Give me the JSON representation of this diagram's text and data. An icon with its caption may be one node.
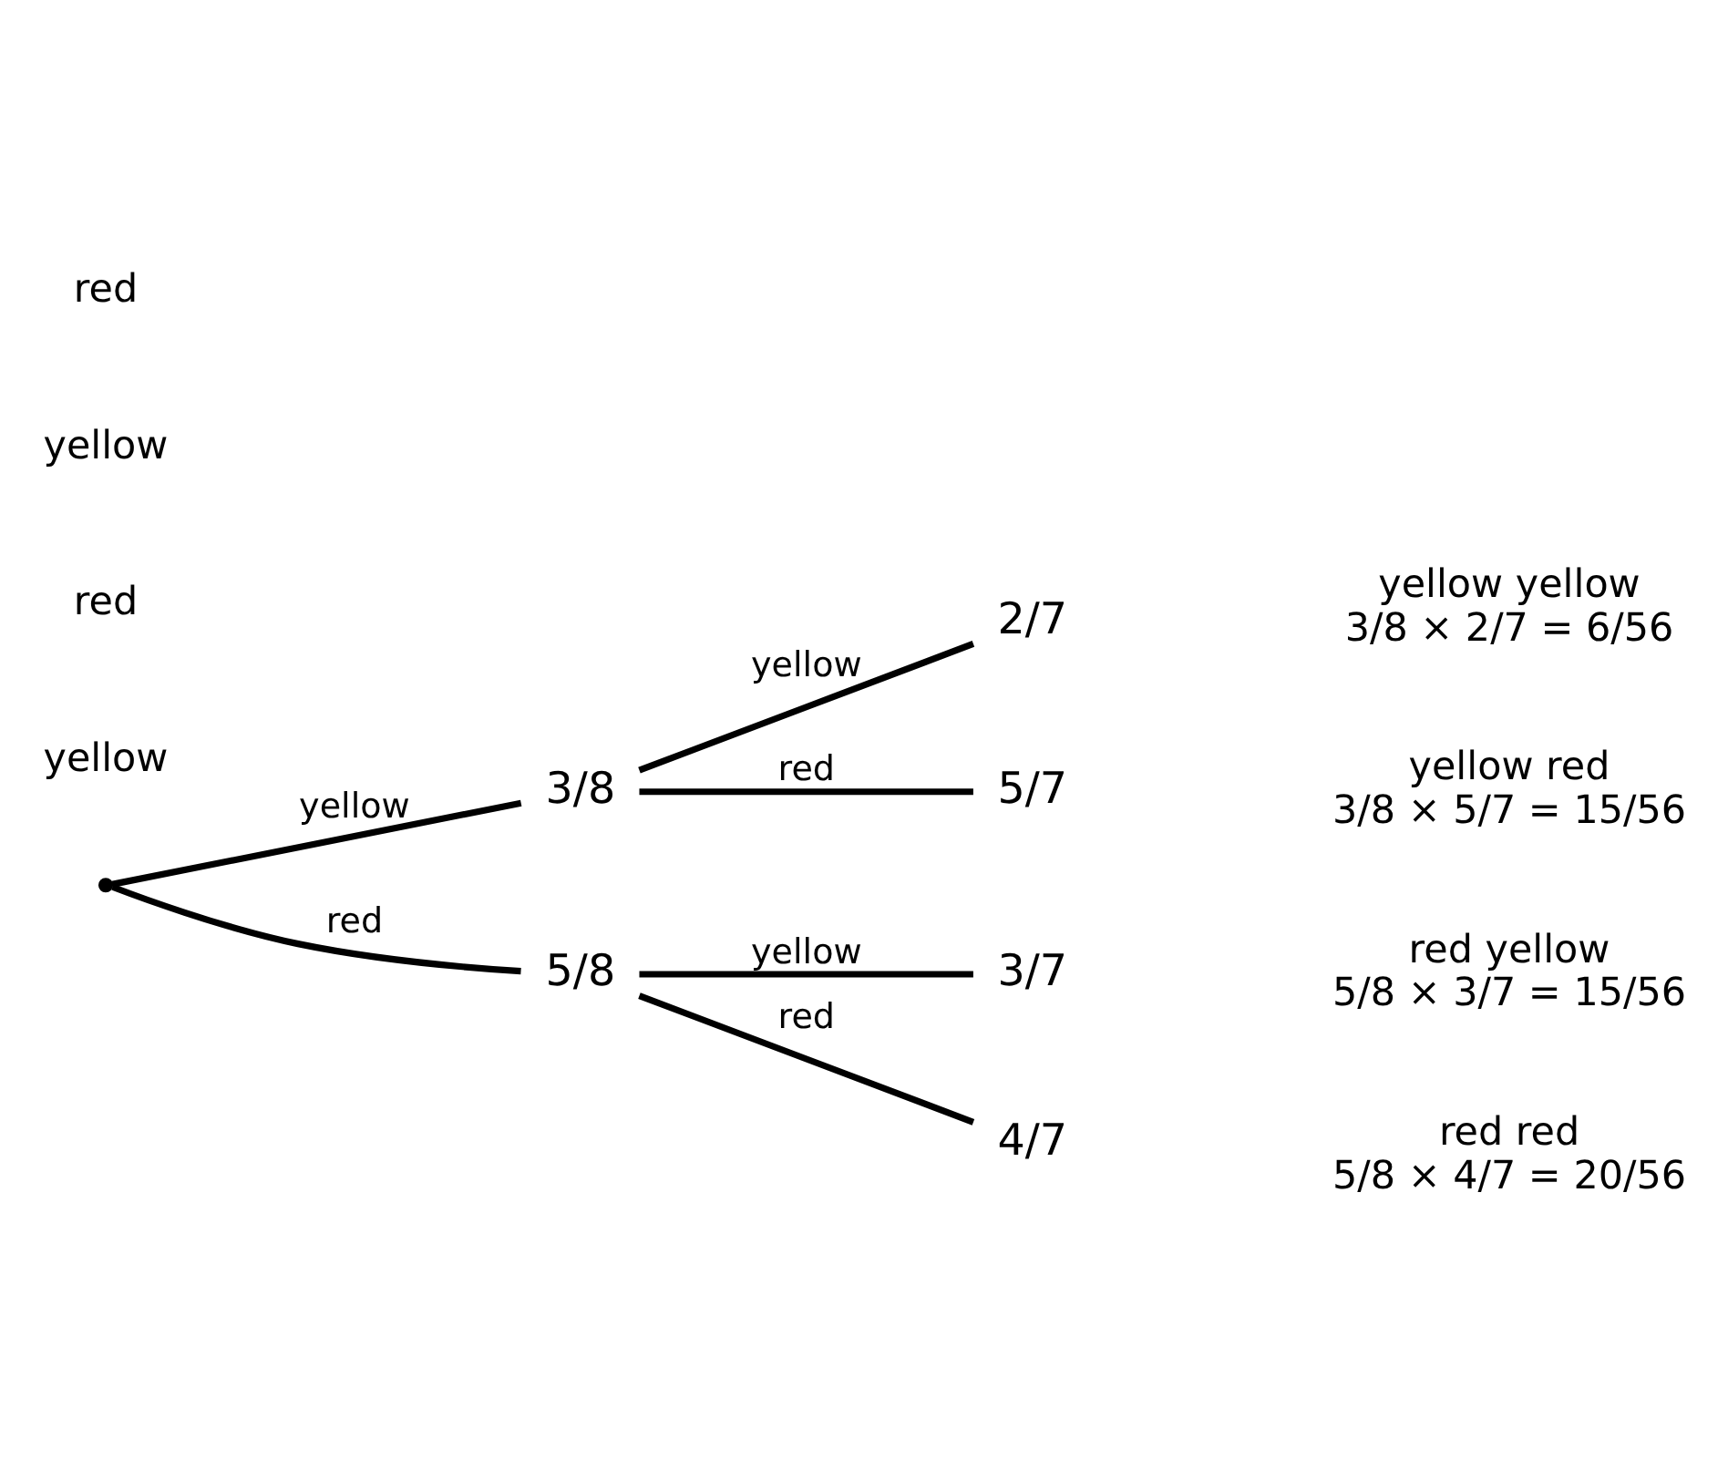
{
  "diagram": {
    "nodes": [
      {
        "text": [],
        "shape": "point"
      },
      {
        "text": [
          "3/8"
        ]
      },
      {
        "text": [
          "5/8"
        ]
      },
      {
        "text": [
          "2/7"
        ],
        "beside": [
          "yellow yellow",
          "3/8 × 2/7 = 6/56"
        ]
      },
      {
        "text": [
          "5/7"
        ],
        "beside": [
          "yellow red",
          "3/8 × 5/7 = 15/56"
        ]
      },
      {
        "text": [
          "3/7"
        ],
        "beside": [
          "red yellow",
          "5/8 × 3/7 = 15/56"
        ]
      },
      {
        "text": [
          "4/7"
        ],
        "beside": [
          "red red",
          "5/8 × 4/7 = 20/56"
        ]
      }
    ],
    "edges": [
      {
        "from": 0,
        "to": 1,
        "arrow": "none",
        "label": "yellow"
      },
      {
        "from": 0,
        "to": 2,
        "arrow": "none",
        "label": "red"
      },
      {
        "from": 1,
        "to": 3,
        "arrow": "none",
        "label": "yellow"
      },
      {
        "from": 1,
        "to": 4,
        "arrow": "none",
        "label": "red"
      },
      {
        "from": 2,
        "to": 5,
        "arrow": "none",
        "label": "yellow"
      },
      {
        "from": 2,
        "to": 6,
        "arrow": "none",
        "label": "red"
      }
    ],
    "labels": [
      "yellow",
      "red",
      "yellow",
      "red"
    ]
  }
}
